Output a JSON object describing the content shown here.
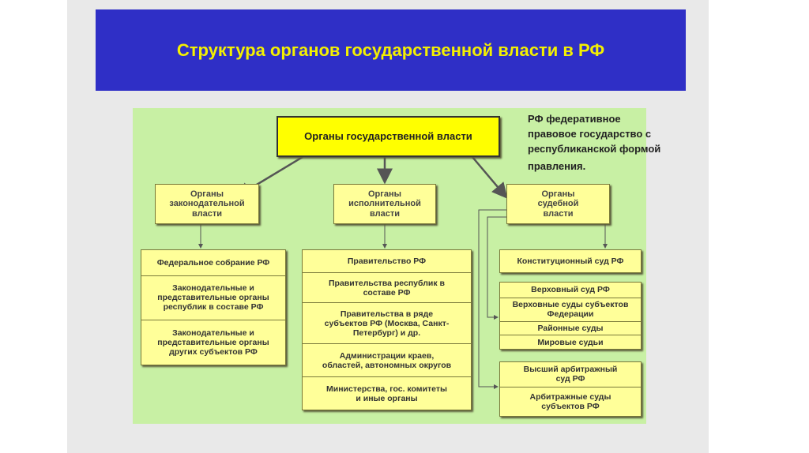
{
  "title": "Структура органов государственной власти в РФ",
  "note": [
    "РФ федеративное",
    "правовое государство с",
    "республиканской формой",
    "правления."
  ],
  "top": "Органы государственной власти",
  "branches": [
    {
      "header": "Органы законодательной власти",
      "items": [
        "Федеральное собрание РФ",
        "Законодательные и представительные органы республик в составе РФ",
        "Законодательные и представительные органы других субъектов РФ"
      ]
    },
    {
      "header": "Органы исполнительной власти",
      "items": [
        "Правительство РФ",
        "Правительства республик в составе РФ",
        "Правительства в ряде субъектов РФ (Москва, Санкт-Петербург) и др.",
        "Администрации краев, областей, автономных округов",
        "Министерства, гос. комитеты и иные органы"
      ]
    },
    {
      "header": "Органы судебной власти",
      "constitutional": "Конституционный суд РФ",
      "general": [
        "Верховный суд РФ",
        "Верховные суды субъектов Федерации",
        "Районные суды",
        "Мировые судьи"
      ],
      "arbitration": [
        "Высший арбитражный суд РФ",
        "Арбитражные суды субъектов РФ"
      ]
    }
  ]
}
